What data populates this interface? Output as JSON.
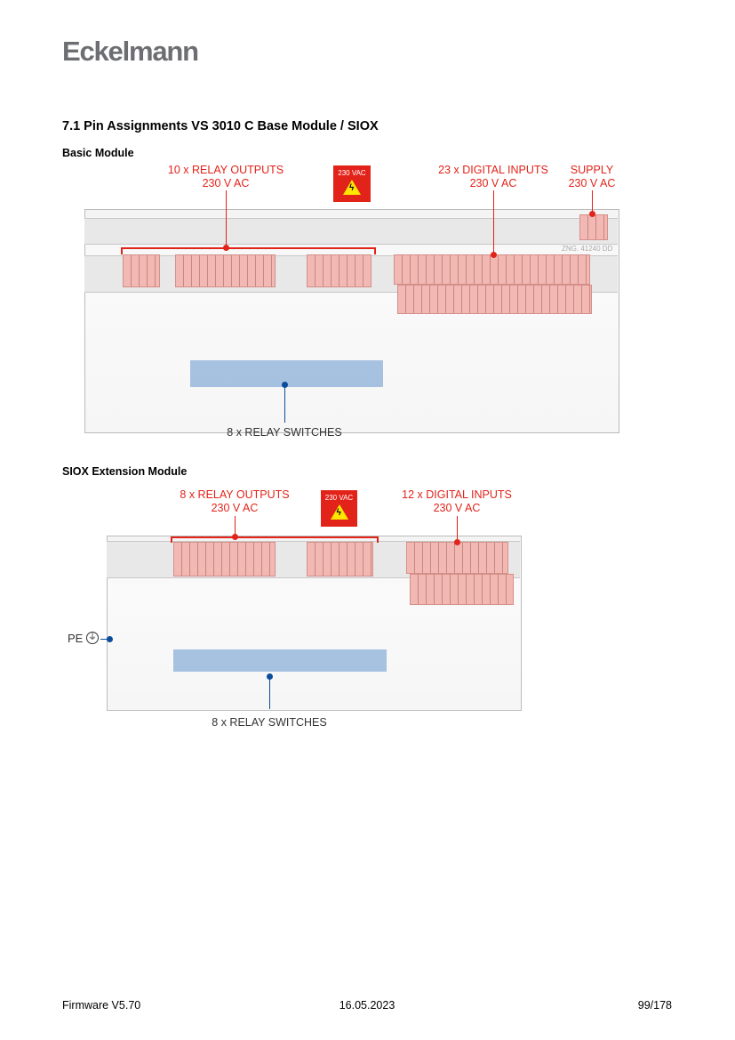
{
  "header": {
    "logo": "Eckelmann"
  },
  "section": {
    "title": "7.1  Pin Assignments VS 3010 C Base Module / SIOX"
  },
  "basic_module": {
    "title": "Basic Module",
    "relay_outputs": {
      "line1": "10 x RELAY OUTPUTS",
      "line2": "230 V AC"
    },
    "warning_badge": "230 VAC",
    "digital_inputs": {
      "line1": "23 x DIGITAL INPUTS",
      "line2": "230 V AC"
    },
    "supply": {
      "line1": "SUPPLY",
      "line2": "230 V AC"
    },
    "relay_switches": "8 x RELAY SWITCHES",
    "part_number": "ZNG. 41240 DD"
  },
  "siox_module": {
    "title": "SIOX Extension Module",
    "relay_outputs": {
      "line1": "8 x RELAY OUTPUTS",
      "line2": "230 V AC"
    },
    "warning_badge": "230 VAC",
    "digital_inputs": {
      "line1": "12 x DIGITAL INPUTS",
      "line2": "230 V AC"
    },
    "pe_label": "PE",
    "relay_switches": "8 x RELAY SWITCHES"
  },
  "footer": {
    "firmware": "Firmware V5.70",
    "date": "16.05.2023",
    "page": "99/178"
  },
  "colors": {
    "accent_red": "#e2231a",
    "accent_blue": "#0b4c9c",
    "terminal": "#f2b8b3",
    "logo": "#6d6e71"
  }
}
